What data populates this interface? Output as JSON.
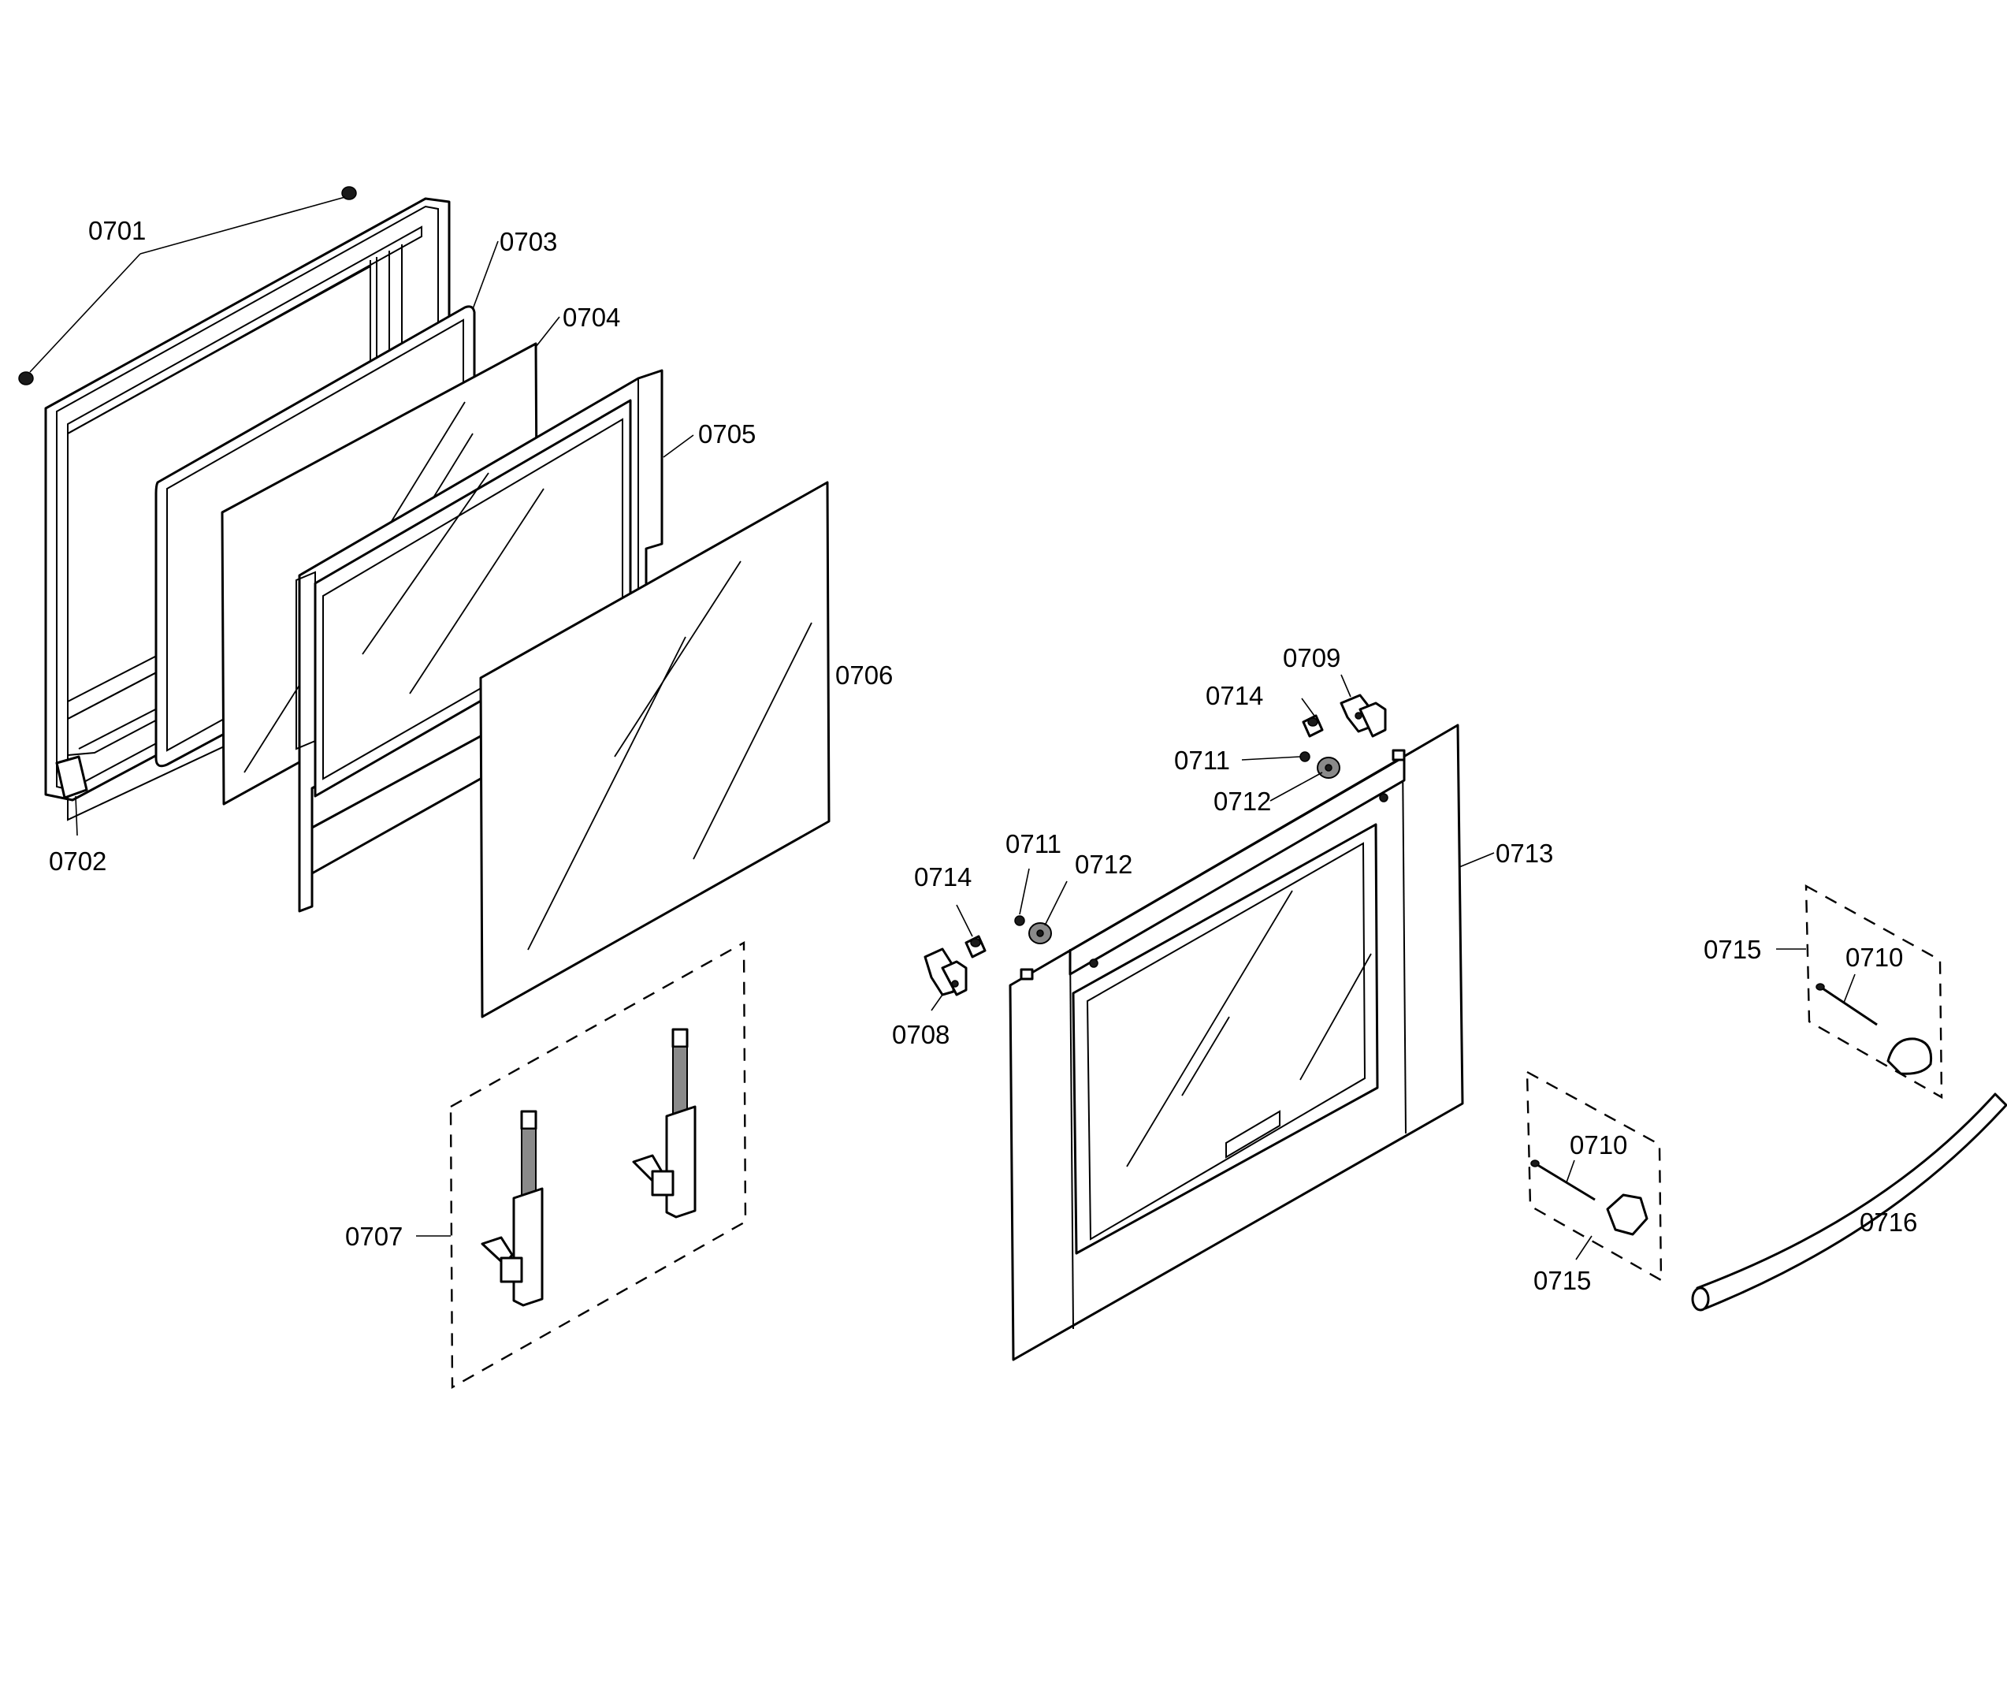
{
  "diagram": {
    "colors": {
      "line": "#000000",
      "background": "#ffffff"
    },
    "callouts": [
      {
        "key": "c0701",
        "text": "0701"
      },
      {
        "key": "c0702",
        "text": "0702"
      },
      {
        "key": "c0703",
        "text": "0703"
      },
      {
        "key": "c0704",
        "text": "0704"
      },
      {
        "key": "c0705",
        "text": "0705"
      },
      {
        "key": "c0706",
        "text": "0706"
      },
      {
        "key": "c0707",
        "text": "0707"
      },
      {
        "key": "c0708",
        "text": "0708"
      },
      {
        "key": "c0709",
        "text": "0709"
      },
      {
        "key": "c0710a",
        "text": "0710"
      },
      {
        "key": "c0710b",
        "text": "0710"
      },
      {
        "key": "c0711a",
        "text": "0711"
      },
      {
        "key": "c0711b",
        "text": "0711"
      },
      {
        "key": "c0712a",
        "text": "0712"
      },
      {
        "key": "c0712b",
        "text": "0712"
      },
      {
        "key": "c0713",
        "text": "0713"
      },
      {
        "key": "c0714a",
        "text": "0714"
      },
      {
        "key": "c0714b",
        "text": "0714"
      },
      {
        "key": "c0715a",
        "text": "0715"
      },
      {
        "key": "c0715b",
        "text": "0715"
      },
      {
        "key": "c0716",
        "text": "0716"
      }
    ]
  }
}
